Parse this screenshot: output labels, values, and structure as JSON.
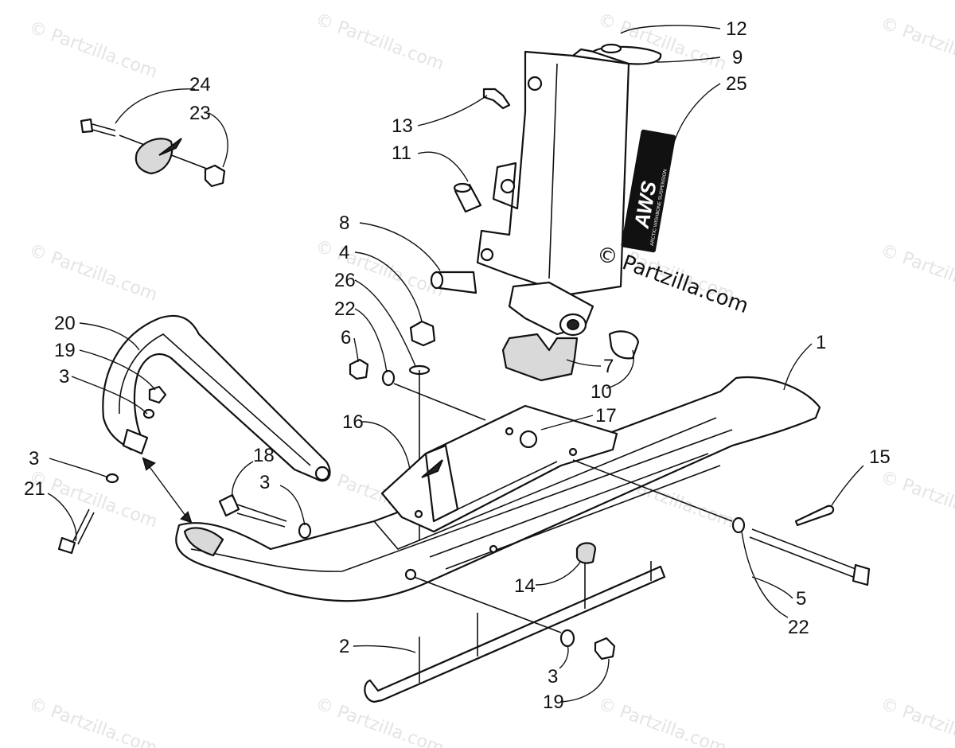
{
  "watermarks": [
    "© Partzilla.com",
    "© Partzilla.com",
    "© Partzilla.com",
    "© Partzilla.com",
    "© Partzilla.com",
    "© Partzilla.com",
    "© Partzilla.com",
    "© Partzilla.com",
    "© Partzilla.com",
    "© Partzilla.com",
    "© Partzilla.com",
    "© Partzilla.com",
    "© Partzilla.com",
    "© Partzilla.com",
    "© Partzilla.com",
    "© Partzilla.com"
  ],
  "main_watermark": "© Partzilla.com",
  "decal_text": "AWS",
  "decal_subtext": "ARCTIC WISHBONE SUSPENSION",
  "callouts": {
    "c12": "12",
    "c9": "9",
    "c25": "25",
    "c13": "13",
    "c11": "11",
    "c24": "24",
    "c23": "23",
    "c8": "8",
    "c4": "4",
    "c26": "26",
    "c22a": "22",
    "c6": "6",
    "c7": "7",
    "c10": "10",
    "c1": "1",
    "c17": "17",
    "c16": "16",
    "c20": "20",
    "c19a": "19",
    "c3a": "3",
    "c3b": "3",
    "c21": "21",
    "c18": "18",
    "c3c": "3",
    "c15": "15",
    "c14": "14",
    "c5": "5",
    "c22b": "22",
    "c2": "2",
    "c3d": "3",
    "c19b": "19"
  }
}
